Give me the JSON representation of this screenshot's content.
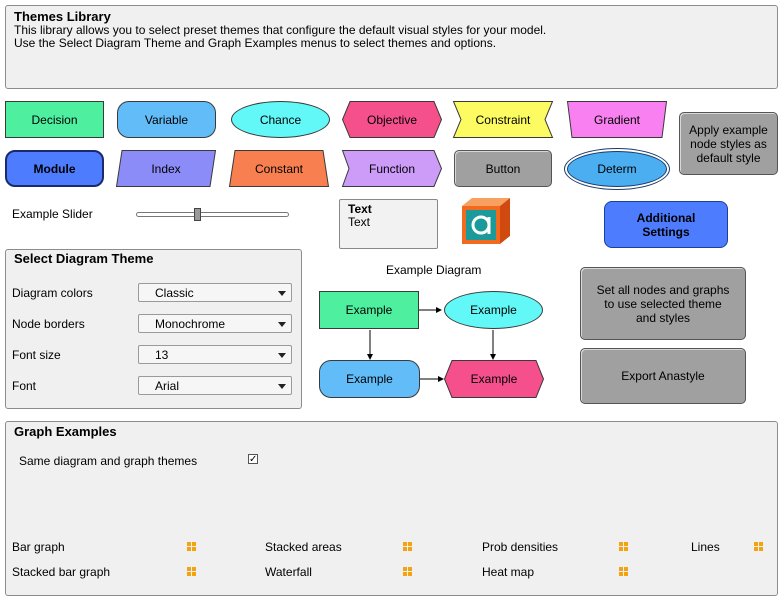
{
  "library": {
    "title": "Themes Library",
    "line1": "This library allows you to select preset themes that configure the default visual styles for your model.",
    "line2": "Use the Select Diagram Theme and Graph Examples menus to select themes and options."
  },
  "nodes": {
    "decision": "Decision",
    "variable": "Variable",
    "chance": "Chance",
    "objective": "Objective",
    "constraint": "Constraint",
    "gradient": "Gradient",
    "module": "Module",
    "index": "Index",
    "constant": "Constant",
    "function": "Function",
    "button": "Button",
    "determ": "Determ"
  },
  "apply_button": "Apply example node styles as default style",
  "slider": {
    "label": "Example Slider",
    "value": 0.4
  },
  "text_node": {
    "title": "Text",
    "body": "Text"
  },
  "additional_settings": "Additional Settings",
  "theme_panel": {
    "title": "Select Diagram Theme",
    "rows": [
      {
        "label": "Diagram colors",
        "value": "Classic"
      },
      {
        "label": "Node borders",
        "value": "Monochrome"
      },
      {
        "label": "Font size",
        "value": "13"
      },
      {
        "label": "Font",
        "value": "Arial"
      }
    ]
  },
  "example_diagram": {
    "title": "Example Diagram",
    "node_label": "Example"
  },
  "set_all_button": "Set all nodes and graphs to use selected theme and styles",
  "export_button": "Export Anastyle",
  "graph_panel": {
    "title": "Graph Examples",
    "same_themes_label": "Same diagram and graph themes",
    "same_themes_checked": "✓",
    "row1": [
      "Bar graph",
      "Stacked areas",
      "Prob densities",
      "Lines"
    ],
    "row2": [
      "Stacked bar graph",
      "Waterfall",
      "Heat map"
    ]
  },
  "colors": {
    "decision": "#4ef0a0",
    "variable": "#62bcf8",
    "chance": "#62f8f8",
    "objective": "#f5508c",
    "constraint": "#fcfc62",
    "gradient": "#f880f0",
    "module": "#4d7cfe",
    "index": "#8c8cf8",
    "constant": "#f88050",
    "function": "#cc9cf8",
    "determ": "#4aaef0",
    "logo_orange": "#f26a1e",
    "logo_teal": "#1a9a9a"
  }
}
